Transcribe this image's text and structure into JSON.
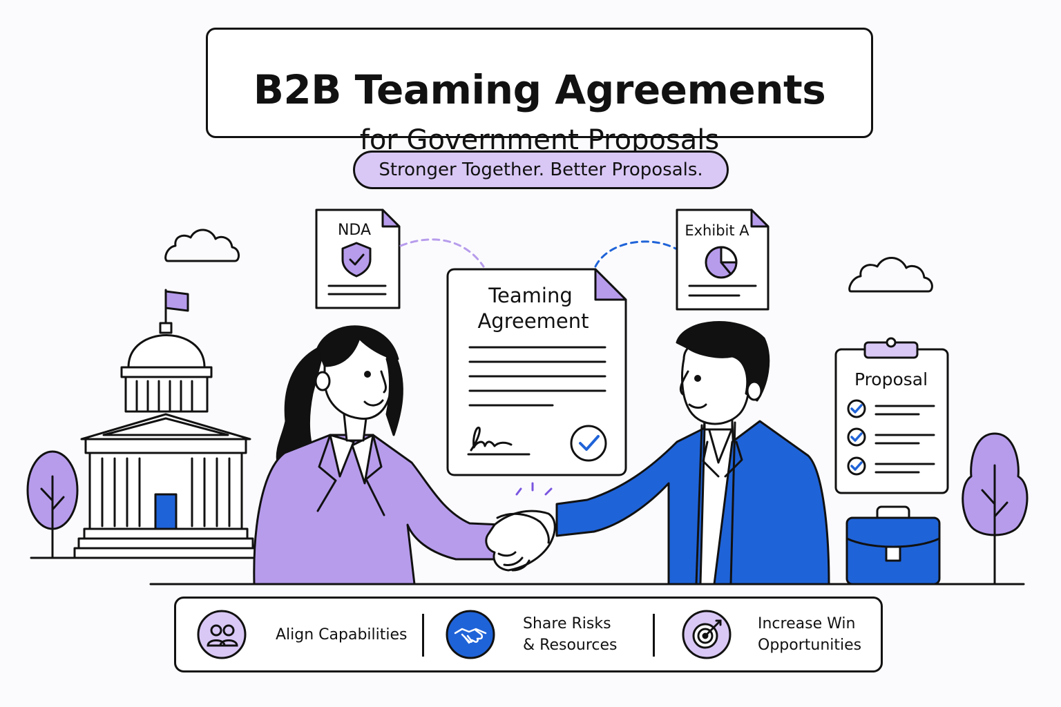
{
  "header": {
    "title": "B2B Teaming Agreements",
    "subtitle": "for Government Proposals"
  },
  "tagline": "Stronger Together. Better Proposals.",
  "documents": {
    "nda": {
      "label": "NDA",
      "icon": "shield-check-icon"
    },
    "exhibit": {
      "label": "Exhibit A",
      "icon": "pie-chart-icon"
    },
    "agreement": {
      "title_line1": "Teaming",
      "title_line2": "Agreement",
      "icon": "check-circle-icon"
    },
    "proposal": {
      "label": "Proposal",
      "icon": "clipboard-icon"
    }
  },
  "benefits": [
    {
      "label": "Align Capabilities",
      "icon": "people-icon"
    },
    {
      "label": "Share Risks\n& Resources",
      "icon": "handshake-icon"
    },
    {
      "label": "Increase Win\nOpportunities",
      "icon": "target-icon"
    }
  ],
  "colors": {
    "lavender": "#b79cec",
    "lavender_light": "#d9c8f5",
    "blue": "#1f63d8",
    "ink": "#111111"
  }
}
